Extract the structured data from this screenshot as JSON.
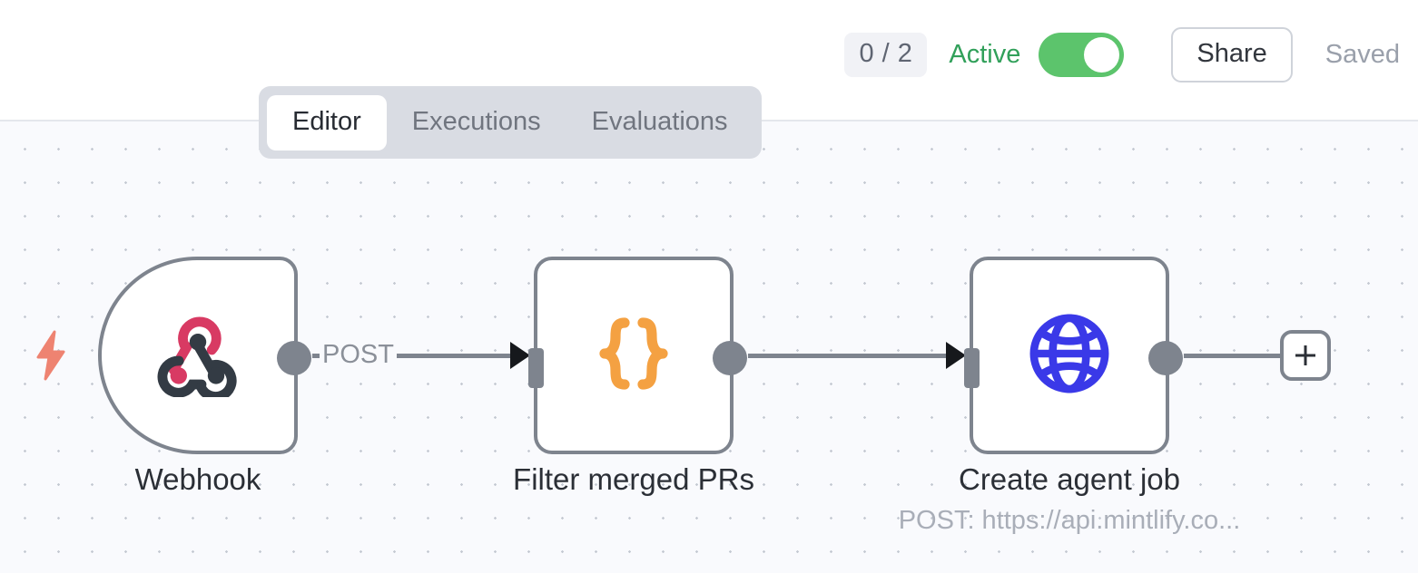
{
  "header": {
    "execution_badge": "0 / 2",
    "active_label": "Active",
    "toggle_state": "on",
    "share_label": "Share",
    "saved_label": "Saved",
    "accent_green": "#5cc46c",
    "active_text_color": "#31a05a"
  },
  "tabs": [
    {
      "label": "Editor",
      "active": true
    },
    {
      "label": "Executions",
      "active": false
    },
    {
      "label": "Evaluations",
      "active": false
    }
  ],
  "canvas": {
    "background": "#f9fafd",
    "dot_color": "#c5cad3",
    "nodes": [
      {
        "id": "webhook",
        "kind": "trigger",
        "caption": "Webhook",
        "subcaption": "",
        "icon": "webhook-icon",
        "icon_colors": [
          "#d83a63",
          "#333b44"
        ]
      },
      {
        "id": "filter",
        "kind": "standard",
        "caption": "Filter merged PRs",
        "subcaption": "",
        "icon": "curly-braces-icon",
        "icon_colors": [
          "#f4a142"
        ]
      },
      {
        "id": "http",
        "kind": "standard",
        "caption": "Create agent job",
        "subcaption": "POST: https://api.mintlify.co...",
        "icon": "globe-icon",
        "icon_colors": [
          "#3a39e8"
        ]
      }
    ],
    "edges": [
      {
        "from": "webhook",
        "to": "filter",
        "label": "POST"
      },
      {
        "from": "filter",
        "to": "http",
        "label": ""
      }
    ],
    "add_node_button": "+",
    "trigger_bolt_color": "#ee8371"
  }
}
